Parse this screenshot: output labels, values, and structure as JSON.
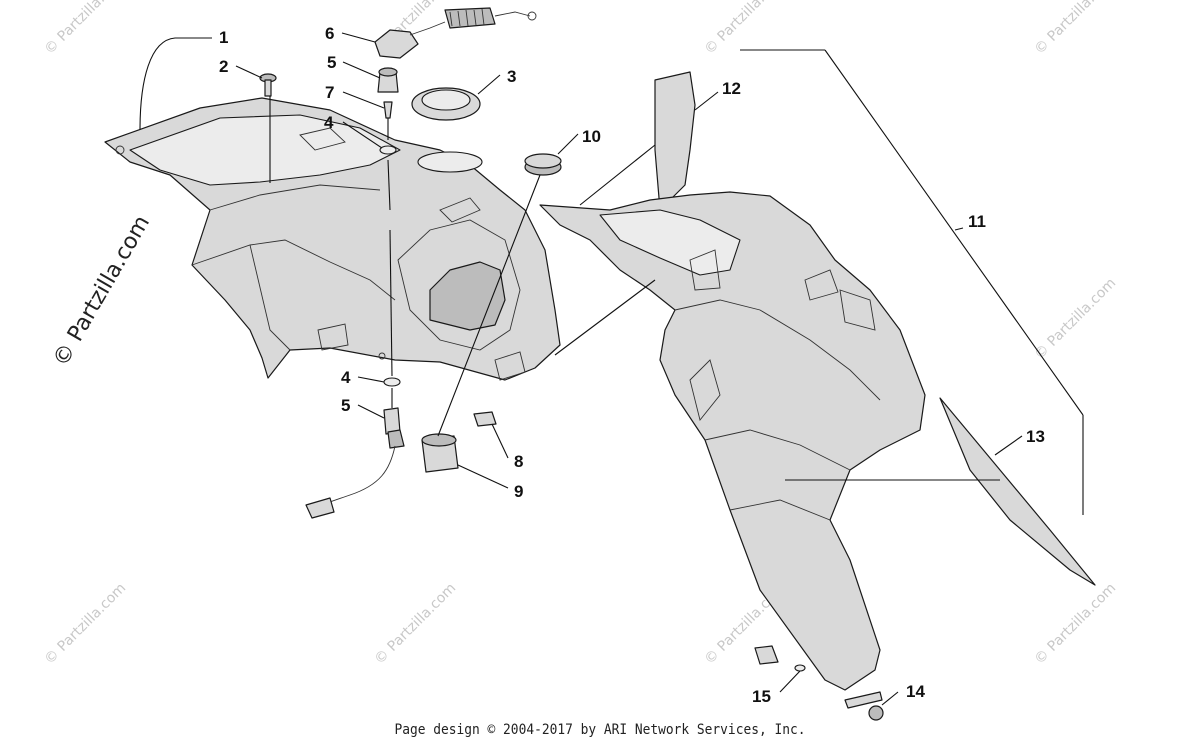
{
  "watermark": {
    "text": "© Partzilla.com",
    "side_text": "© Partzilla.com"
  },
  "callouts": {
    "c1": "1",
    "c2": "2",
    "c3": "3",
    "c4a": "4",
    "c4b": "4",
    "c5a": "5",
    "c5b": "5",
    "c6": "6",
    "c7": "7",
    "c8": "8",
    "c9": "9",
    "c10": "10",
    "c11": "11",
    "c12": "12",
    "c13": "13",
    "c14": "14",
    "c15": "15"
  },
  "footer": "Page design © 2004-2017 by ARI Network Services, Inc."
}
